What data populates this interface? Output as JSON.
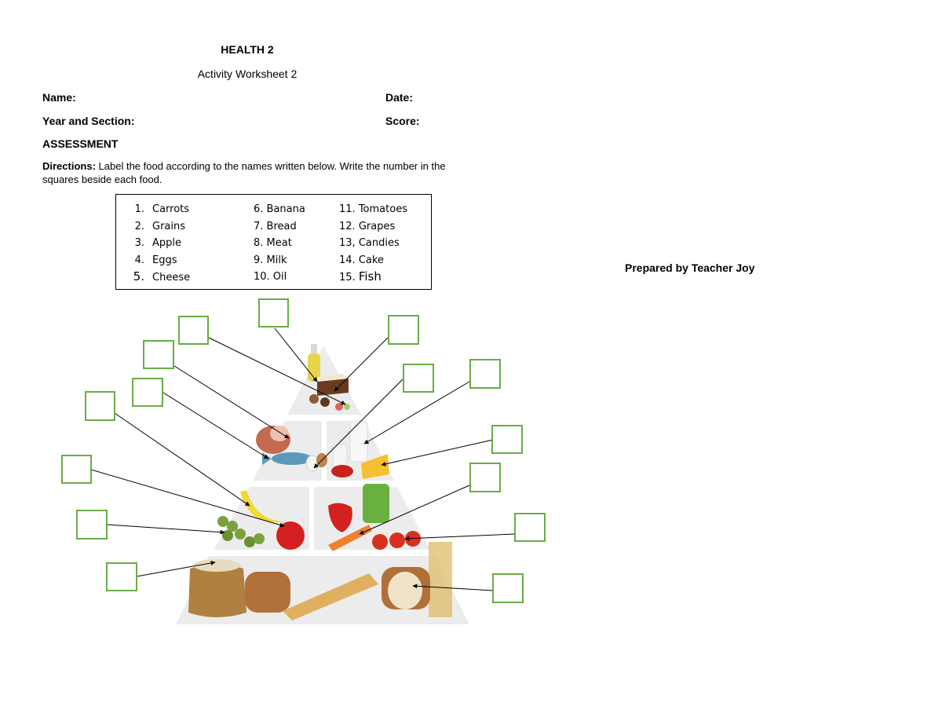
{
  "header": {
    "title": "HEALTH 2",
    "subtitle": "Activity Worksheet 2"
  },
  "fields": {
    "name": "Name:",
    "date": "Date:",
    "year_section": "Year and Section:",
    "score": "Score:"
  },
  "assessment_heading": "ASSESSMENT",
  "directions": {
    "label": "Directions:",
    "text": "Label the food according to the names written below. Write the number in the squares beside each food."
  },
  "word_list": {
    "col1": [
      {
        "num": "1.",
        "name": "Carrots"
      },
      {
        "num": "2.",
        "name": "Grains"
      },
      {
        "num": "3.",
        "name": "Apple"
      },
      {
        "num": "4.",
        "name": "Eggs"
      },
      {
        "num": "5.",
        "name": "Cheese"
      }
    ],
    "col2": [
      "6. Banana",
      "7. Bread",
      "8. Meat",
      "9. Milk",
      "10. Oil"
    ],
    "col3": [
      {
        "num": "11.",
        "name": "Tomatoes"
      },
      {
        "num": "12.",
        "name": "Grapes"
      },
      {
        "num": "13,",
        "name": "Candies"
      },
      {
        "num": "14.",
        "name": "Cake"
      },
      {
        "num": "15.",
        "name": "Fish"
      }
    ]
  },
  "credit": "Prepared by Teacher Joy",
  "colors": {
    "answer_box": "#6aac45",
    "pyramid": "#ececec"
  }
}
